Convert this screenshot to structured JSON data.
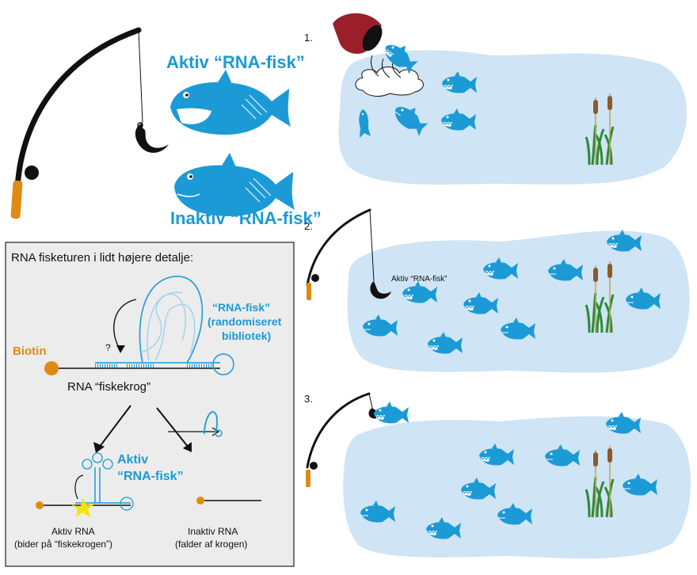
{
  "legend": {
    "active_fish": "Aktiv “RNA-fisk”",
    "inactive_fish": "Inaktiv “RNA-fisk”"
  },
  "steps": {
    "one": "1.",
    "two": "2.",
    "three": "3.",
    "hook_label": "Aktiv “RNA-fisk”"
  },
  "detail": {
    "title": "RNA fisketuren i lidt højere detalje:",
    "question": "?",
    "biotin": "Biotin",
    "hook": "RNA “fiskekrog”",
    "fish_line1": "“RNA-fisk”",
    "fish_line2": "(randomiseret",
    "fish_line3": "bibliotek)",
    "active_line1": "Aktiv",
    "active_line2": "“RNA-fisk”",
    "active_rna_line1": "Aktiv RNA",
    "active_rna_line2": "(bider på “fiskekrogen”)",
    "inactive_rna_line1": "Inaktiv RNA",
    "inactive_rna_line2": "(falder af krogen)"
  },
  "colors": {
    "fish": "#1b9ad6",
    "pond": "#cfe4f5",
    "rod": "#111111",
    "handle": "#e08a14",
    "bucket": "#9a1f28",
    "reed": "#2f8a3a",
    "cattail": "#8a5a2b"
  }
}
